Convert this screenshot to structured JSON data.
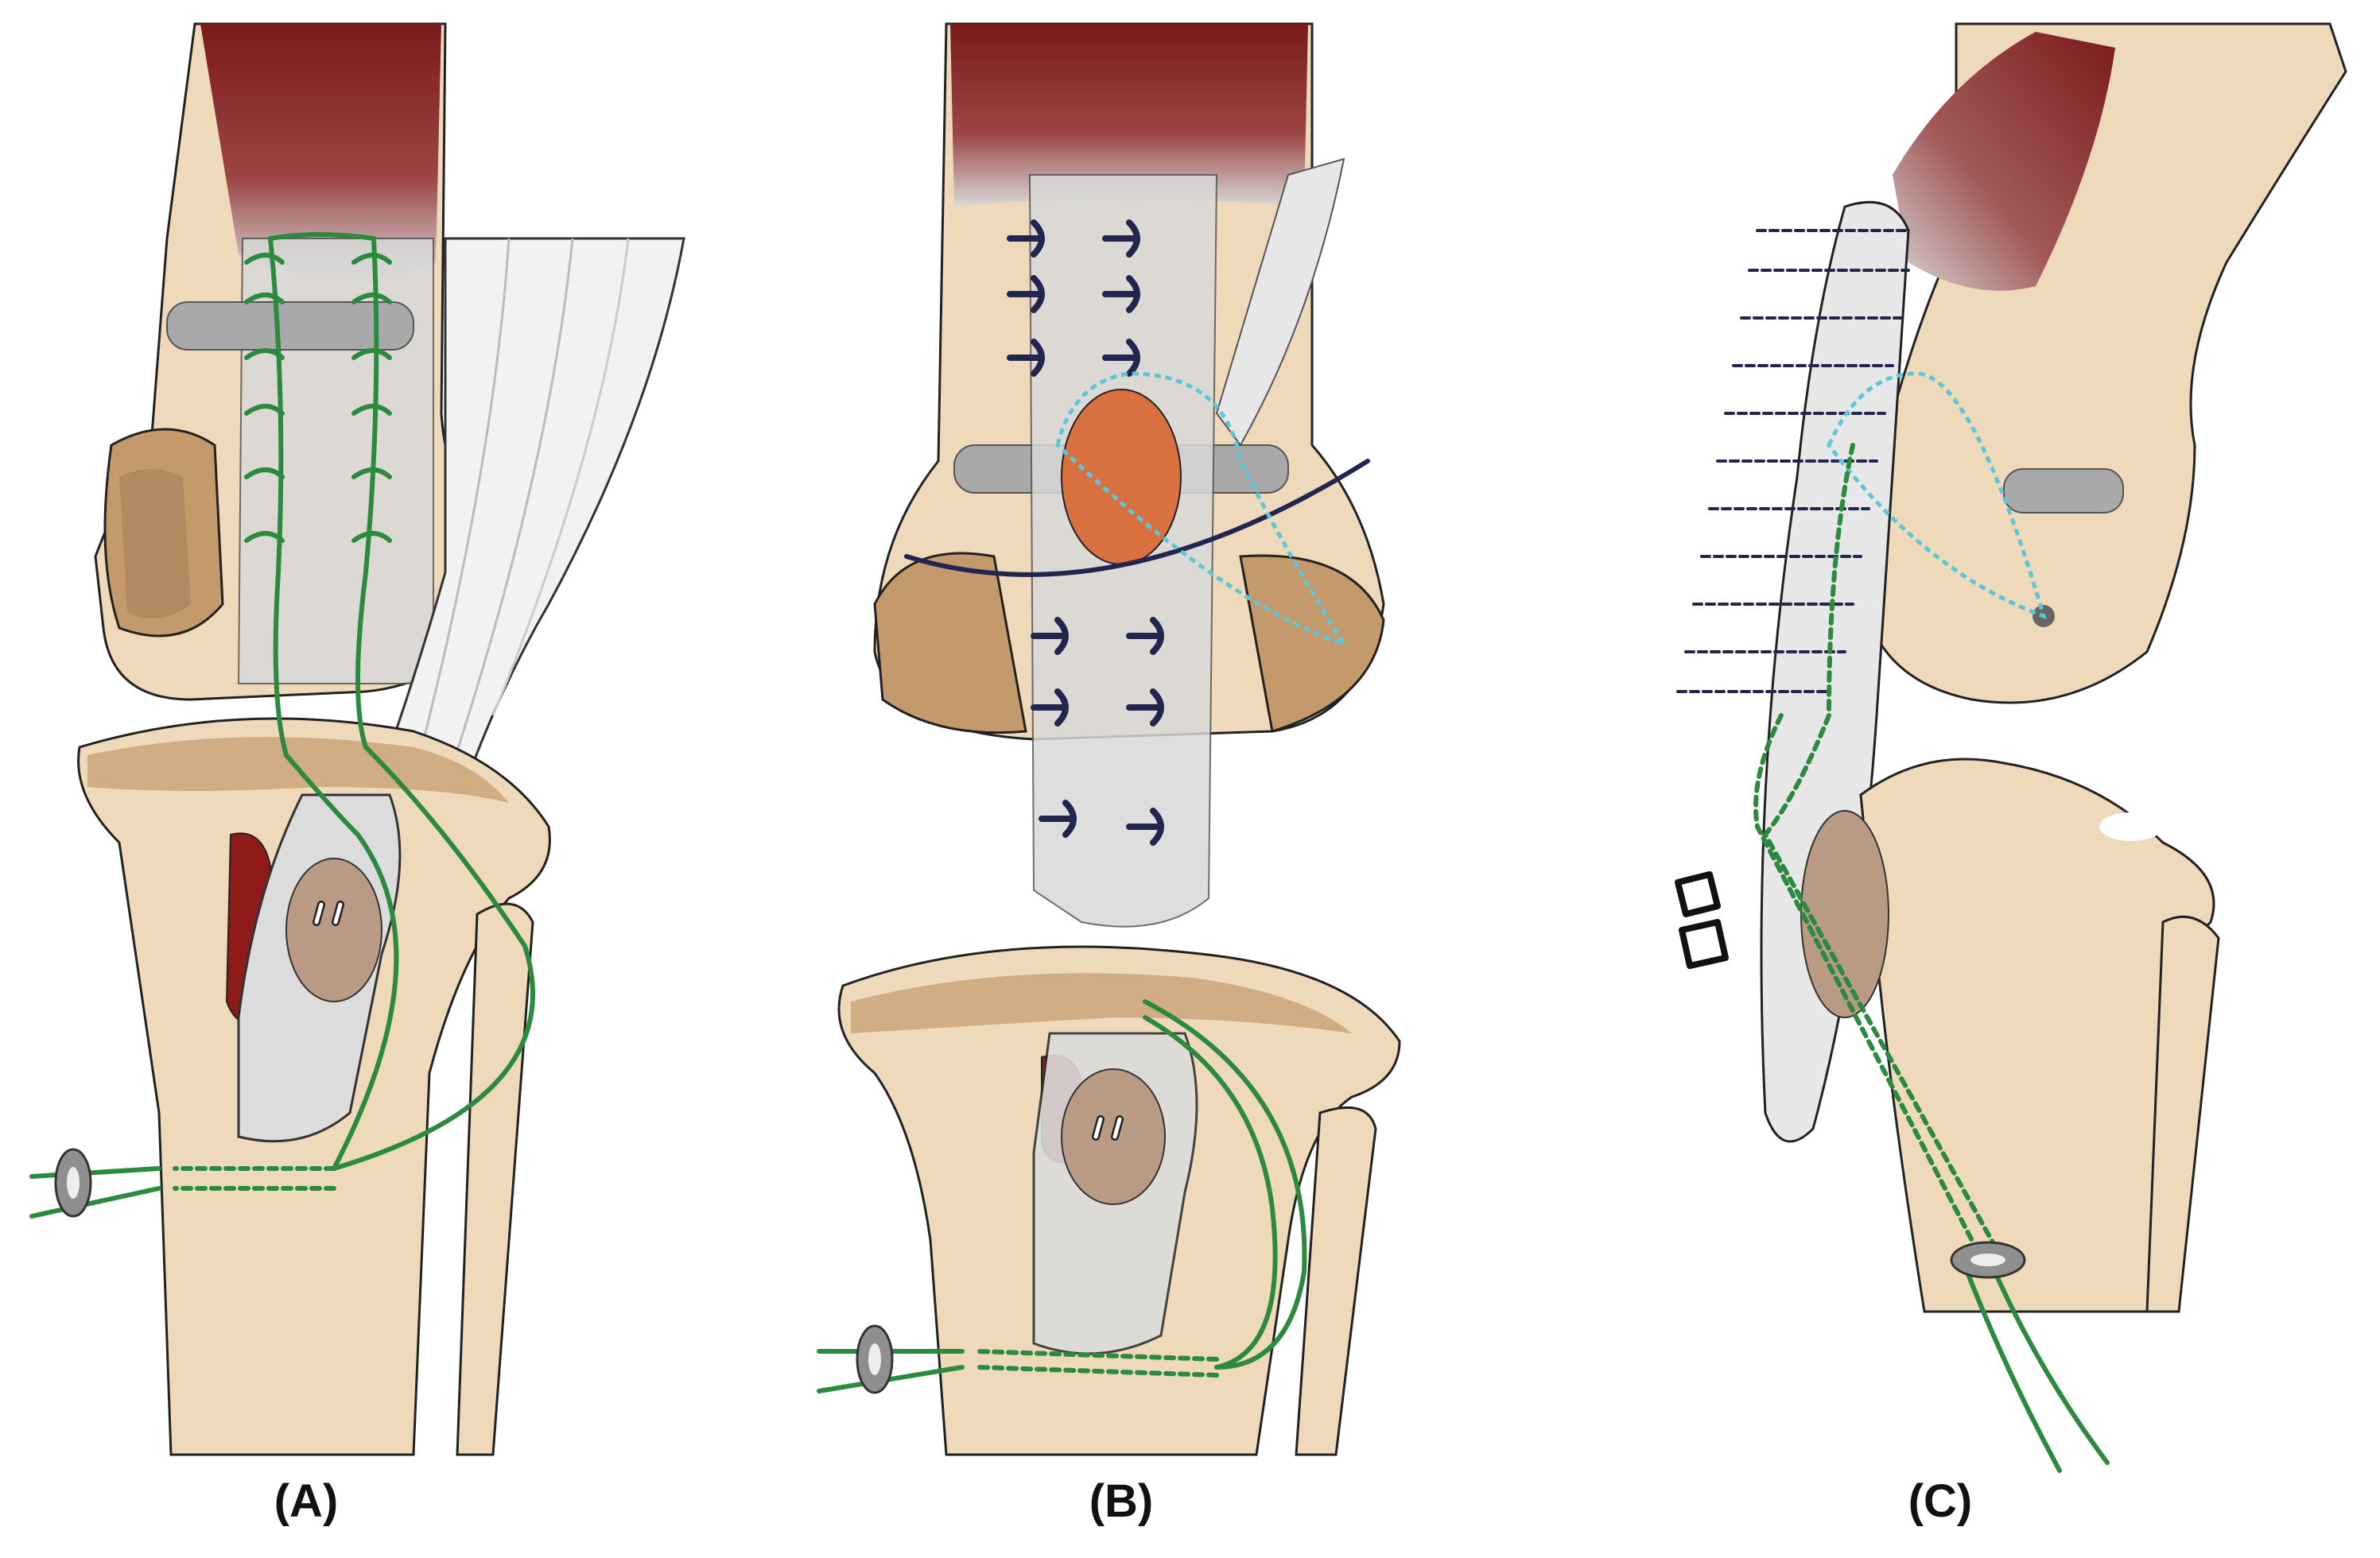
{
  "panels": [
    {
      "id": "A",
      "label": "(A)"
    },
    {
      "id": "B",
      "label": "(B)"
    },
    {
      "id": "C",
      "label": "(C)"
    }
  ],
  "colors": {
    "bone": "#eed9bb",
    "bone_shadow": "#a6805c",
    "bone_dark": "#c49a6c",
    "muscle": "#7a1b1b",
    "tendon": "#d9d9d9",
    "graft": "#efefef",
    "suture_green": "#2b8a3e",
    "suture_navy": "#22264f",
    "suture_cyan": "#5bc7d9",
    "button_gray": "#8f8f8f",
    "exposed_red": "#8e1a1a",
    "fat_pad": "#d9703f"
  }
}
